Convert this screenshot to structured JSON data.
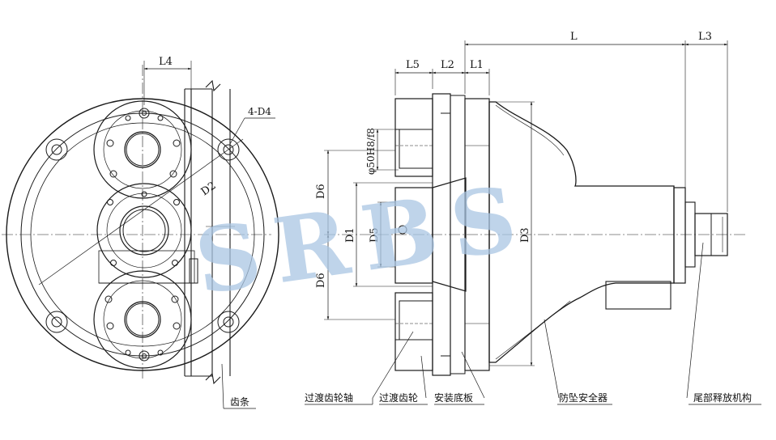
{
  "dimensions": {
    "L": "L",
    "L1": "L1",
    "L2": "L2",
    "L3": "L3",
    "L4": "L4",
    "L5": "L5",
    "D1": "D1",
    "D2": "D2",
    "D3": "D3",
    "D5": "D5",
    "D6_upper": "D6",
    "D6_lower": "D6",
    "hole_spec": "4-D4",
    "shaft_fit": "φ50H8/f8"
  },
  "callouts": {
    "rack": "齿条",
    "transition_gear_shaft": "过渡齿轮轴",
    "transition_gear": "过渡齿轮",
    "mounting_plate": "安装底板",
    "anti_fall_safety_device": "防坠安全器",
    "tail_release_mechanism": "尾部释放机构"
  },
  "watermark": {
    "text": "SRBS",
    "color": "#a9c6e3"
  },
  "colors": {
    "line": "#1a1a1a",
    "watermark": "#a9c6e3"
  }
}
